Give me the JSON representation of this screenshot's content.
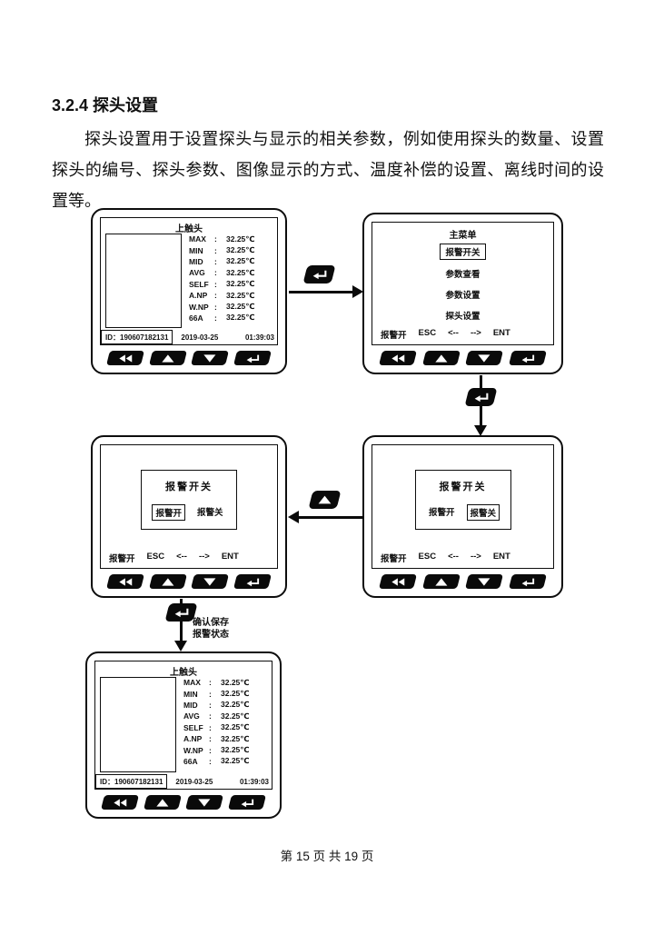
{
  "document": {
    "heading": "3.2.4 探头设置",
    "paragraph": "探头设置用于设置探头与显示的相关参数，例如使用探头的数量、设置探头的编号、探头参数、图像显示的方式、温度补偿的设置、离线时间的设置等。",
    "footer": "第 15 页 共 19 页"
  },
  "probe_screen": {
    "title": "上触头",
    "sep": ":",
    "readings": [
      {
        "label": "MAX",
        "value": "32.25℃"
      },
      {
        "label": "MIN",
        "value": "32.25℃"
      },
      {
        "label": "MID",
        "value": "32.25℃"
      },
      {
        "label": "AVG",
        "value": "32.25℃"
      },
      {
        "label": "SELF",
        "value": "32.25℃"
      },
      {
        "label": "A.NP",
        "value": "32.25℃"
      },
      {
        "label": "W.NP",
        "value": "32.25℃"
      },
      {
        "label": "66A",
        "value": "32.25℃"
      }
    ],
    "id": "ID：190607182131",
    "date": "2019-03-25",
    "time": "01:39:03"
  },
  "menu_screen": {
    "title": "主菜单",
    "items": [
      {
        "label": "报警开关",
        "selected": true
      },
      {
        "label": "参数查看",
        "selected": false
      },
      {
        "label": "参数设置",
        "selected": false
      },
      {
        "label": "探头设置",
        "selected": false
      }
    ]
  },
  "alarm_dialog": {
    "title": "报警开关",
    "option_on": "报警开",
    "option_off": "报警关"
  },
  "status_bar": {
    "alarm": "报警开",
    "esc": "ESC",
    "left": "<--",
    "right": "-->",
    "ent": "ENT"
  },
  "flow": {
    "confirm_line1": "确认保存",
    "confirm_line2": "报警状态"
  },
  "icons": {
    "rewind": "◀◀",
    "up": "▲",
    "down": "▼",
    "enter": "↵"
  }
}
